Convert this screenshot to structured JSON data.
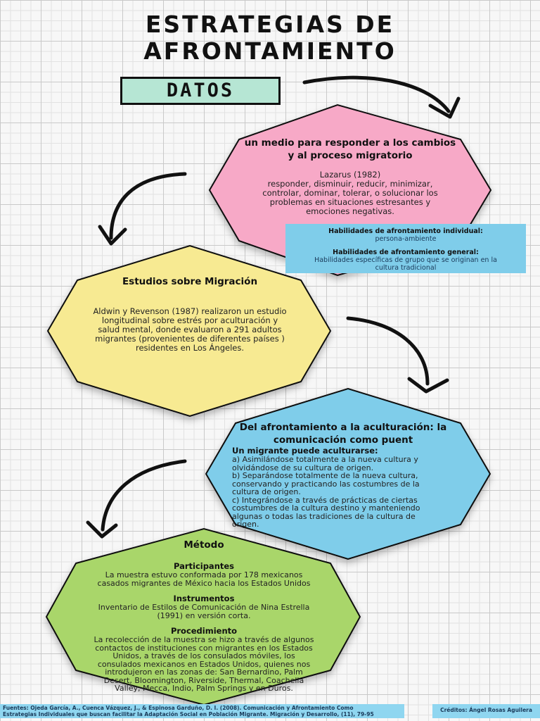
{
  "title": {
    "line1": "ESTRATEGIAS DE",
    "line2": "AFRONTAMIENTO"
  },
  "datos_label": "DATOS",
  "colors": {
    "pink": "#f7a9c7",
    "yellow": "#f7ea92",
    "blue": "#7fcdea",
    "green": "#a9d66b",
    "mint": "#b6e6d4"
  },
  "hex1": {
    "title_line1": "un medio para responder a los cambios",
    "title_line2": "y al proceso migratorio",
    "lines": [
      "Lazarus (1982)",
      "responder, disminuir, reducir, minimizar,",
      "controlar, dominar, tolerar, o solucionar los",
      "problemas en situaciones estresantes y",
      "emociones negativas."
    ]
  },
  "info_box": {
    "heading1": "Habilidades de afrontamiento individual:",
    "text1": "persona-ambiente",
    "heading2": "Habilidades de afrontamiento general:",
    "text2_line1": "Habilidades específicas de grupo que se originan en la",
    "text2_line2": "cultura tradicional"
  },
  "hex2": {
    "title": "Estudios sobre Migración",
    "lines": [
      "Aldwin y Revenson (1987) realizaron un estudio",
      "longitudinal sobre estrés por aculturación y",
      "salud mental, donde evaluaron a 291 adultos",
      "migrantes (provenientes de diferentes países )",
      "residentes en Los Ángeles."
    ]
  },
  "hex3": {
    "title_line1": "Del afrontamiento a la aculturación: la",
    "title_line2": "comunicación como puent",
    "subtitle": "Un migrante puede aculturarse:",
    "lines": [
      "a) Asimilándose totalmente a la nueva cultura y",
      "olvidándose de su cultura de origen.",
      "b) Separándose totalmente de la nueva cultura,",
      "conservando y practicando las costumbres de la",
      "cultura de origen.",
      "c) Integrándose a través de prácticas de ciertas",
      "costumbres de la cultura destino y manteniendo",
      "algunas o todas las tradiciones de la cultura de",
      "origen."
    ]
  },
  "hex4": {
    "title": "Método",
    "participantes_h": "Participantes",
    "participantes": [
      "La muestra estuvo conformada por 178 mexicanos",
      "casados migrantes de México hacia los Estados Unidos"
    ],
    "instrumentos_h": "Instrumentos",
    "instrumentos": [
      "Inventario de Estilos de Comunicación de Nina Estrella",
      "(1991) en versión corta."
    ],
    "procedimiento_h": "Procedimiento",
    "procedimiento": [
      "La recolección de la muestra se hizo a través de algunos",
      "contactos de instituciones con migrantes en los Estados",
      "Unidos, a través de los consulados móviles, los",
      "consulados mexicanos en Estados Unidos, quienes nos",
      "introdujeron en las zonas de: San Bernardino, Palm",
      "Desert, Bloomington, Riverside, Thermal, Coachella",
      "Valley, Mecca, Indio, Palm Springs y en Duros."
    ]
  },
  "footer": {
    "sources_line1": "Fuentes: Ojeda García, A., Cuenca Vázquez, J., & Espinosa Garduño, D. I. (2008). Comunicación y Afrontamiento Como",
    "sources_line2": "Estrategias Individuales que buscan facilitar la Adaptación Social en Población Migrante. Migración y Desarrollo, (11), 79-95",
    "credits": "Créditos: Ángel Rosas Aguilera"
  }
}
